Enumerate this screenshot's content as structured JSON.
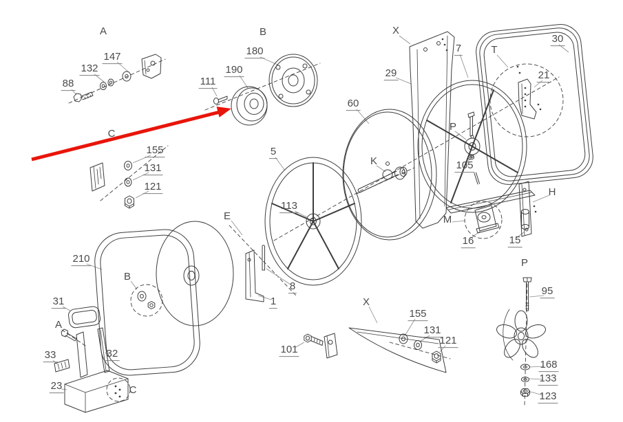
{
  "diagram": {
    "type": "exploded-parts-diagram",
    "colors": {
      "line": "#3c3c3c",
      "label": "#4a4a4a",
      "arrow": "#e8150a"
    }
  },
  "labels": {
    "section_a_top": "A",
    "part_147": "147",
    "part_132": "132",
    "part_88": "88",
    "section_b_top": "B",
    "part_180": "180",
    "part_190": "190",
    "part_111": "111",
    "section_x_top": "X",
    "part_29": "29",
    "part_7": "7",
    "part_30": "30",
    "section_t": "T",
    "part_21": "21",
    "part_60": "60",
    "section_c_top": "C",
    "part_155_c": "155",
    "part_131_c": "131",
    "part_121_c": "121",
    "section_p_mid": "P",
    "section_k": "K",
    "part_105": "105",
    "part_5": "5",
    "part_113": "113",
    "section_e": "E",
    "section_m": "M",
    "part_16": "16",
    "part_15": "15",
    "section_h": "H",
    "part_210": "210",
    "section_b_lower": "B",
    "part_31": "31",
    "section_a_lower": "A",
    "part_33": "33",
    "part_32": "32",
    "part_23": "23",
    "section_c_lower": "C",
    "part_1": "1",
    "part_8": "8",
    "part_101": "101",
    "section_x_lower": "X",
    "part_155_x": "155",
    "part_131_x": "131",
    "part_121_x": "121",
    "section_p_lower": "P",
    "part_95": "95",
    "part_168": "168",
    "part_133": "133",
    "part_123": "123"
  }
}
